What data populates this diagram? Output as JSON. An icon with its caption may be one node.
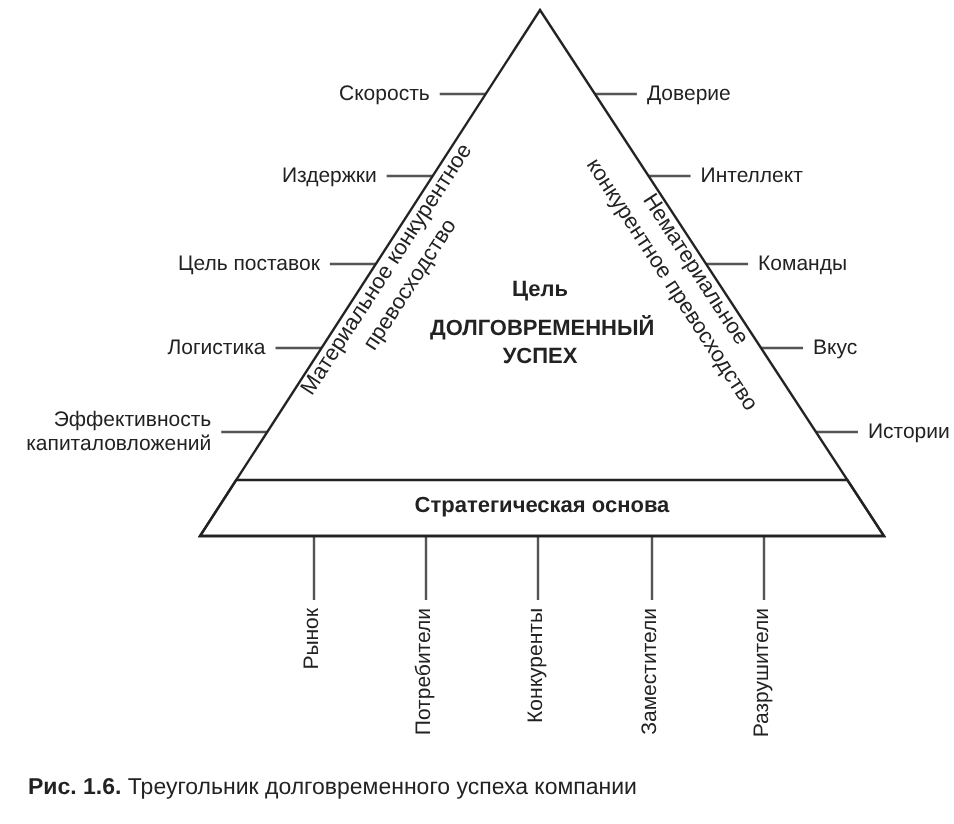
{
  "diagram": {
    "caption": "**Рис. 1.6.** Треугольник долговременного успеха компании",
    "nodes": [
      {
        "text": [
          "Материальное конкурентное превосходство",
          "Нематериальное конкурентное превосходство",
          "Цель",
          "ДОЛГОВРЕМЕННЫЙ УСПЕХ"
        ]
      },
      {
        "text": [
          "Стратегическая основа"
        ],
        "in": 0
      },
      {
        "text": [
          "Скорость"
        ]
      },
      {
        "text": [
          "Издержки"
        ]
      },
      {
        "text": [
          "Цель поставок"
        ]
      },
      {
        "text": [
          "Логистика"
        ]
      },
      {
        "text": [
          "Эффективность капиталовложений"
        ]
      },
      {
        "text": [
          "Доверие"
        ]
      },
      {
        "text": [
          "Интеллект"
        ]
      },
      {
        "text": [
          "Команды"
        ]
      },
      {
        "text": [
          "Вкус"
        ]
      },
      {
        "text": [
          "Истории"
        ]
      },
      {
        "text": [
          "Рынок"
        ]
      },
      {
        "text": [
          "Потребители"
        ]
      },
      {
        "text": [
          "Конкуренты"
        ]
      },
      {
        "text": [
          "Заместители"
        ]
      },
      {
        "text": [
          "Разрушители"
        ]
      }
    ],
    "edges": [
      {
        "from": 2,
        "to": 0,
        "arrow": "none"
      },
      {
        "from": 3,
        "to": 0,
        "arrow": "none"
      },
      {
        "from": 4,
        "to": 0,
        "arrow": "none"
      },
      {
        "from": 5,
        "to": 0,
        "arrow": "none"
      },
      {
        "from": 6,
        "to": 0,
        "arrow": "none"
      },
      {
        "from": 7,
        "to": 0,
        "arrow": "none"
      },
      {
        "from": 8,
        "to": 0,
        "arrow": "none"
      },
      {
        "from": 9,
        "to": 0,
        "arrow": "none"
      },
      {
        "from": 10,
        "to": 0,
        "arrow": "none"
      },
      {
        "from": 11,
        "to": 0,
        "arrow": "none"
      },
      {
        "from": 12,
        "to": 1,
        "arrow": "none"
      },
      {
        "from": 13,
        "to": 1,
        "arrow": "none"
      },
      {
        "from": 14,
        "to": 1,
        "arrow": "none"
      },
      {
        "from": 15,
        "to": 1,
        "arrow": "none"
      },
      {
        "from": 16,
        "to": 1,
        "arrow": "none"
      }
    ]
  }
}
